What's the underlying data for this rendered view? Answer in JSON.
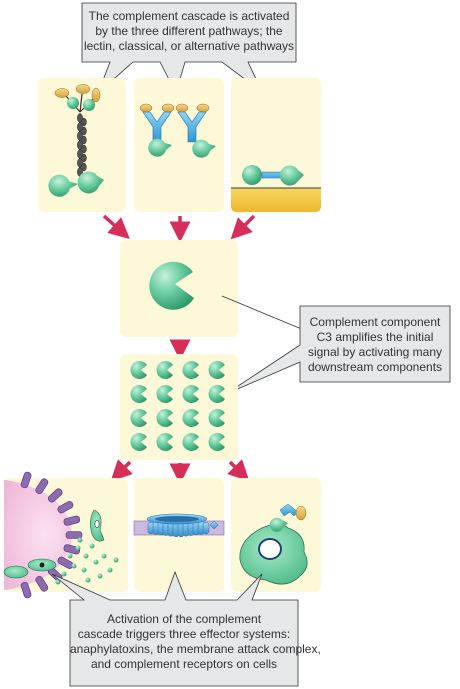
{
  "callouts": {
    "top": {
      "line1": "The complement cascade is activated",
      "line2": "by the three different pathways; the",
      "line3": "lectin, classical, or alternative pathways"
    },
    "right": {
      "line1": "Complement component",
      "line2": "C3 amplifies the initial",
      "line3": "signal by activating many",
      "line4": "downstream components"
    },
    "bottom": {
      "line1": "Activation of the complement",
      "line2": "cascade triggers three effector systems:",
      "line3": "anaphylatoxins, the membrane attack complex,",
      "line4": "and complement receptors on cells"
    }
  },
  "colors": {
    "panel_fill": "#fcf8d8",
    "arrow": "#d62e58",
    "complement_green": "#5cc79a",
    "antibody_blue": "#3aa8e0",
    "lectin_orange": "#e8b85a",
    "callout_fill": "#e6e7e8",
    "cell_pink": "#f4c6e0",
    "membrane_purple": "#8c6bb1",
    "surface_yellow": "#f5c842"
  },
  "panels": {
    "pathways": [
      "lectin",
      "classical",
      "alternative"
    ],
    "amplification_grid": {
      "rows": 4,
      "columns": 4
    },
    "effectors": [
      "anaphylatoxins",
      "membrane attack complex",
      "complement receptors"
    ]
  }
}
